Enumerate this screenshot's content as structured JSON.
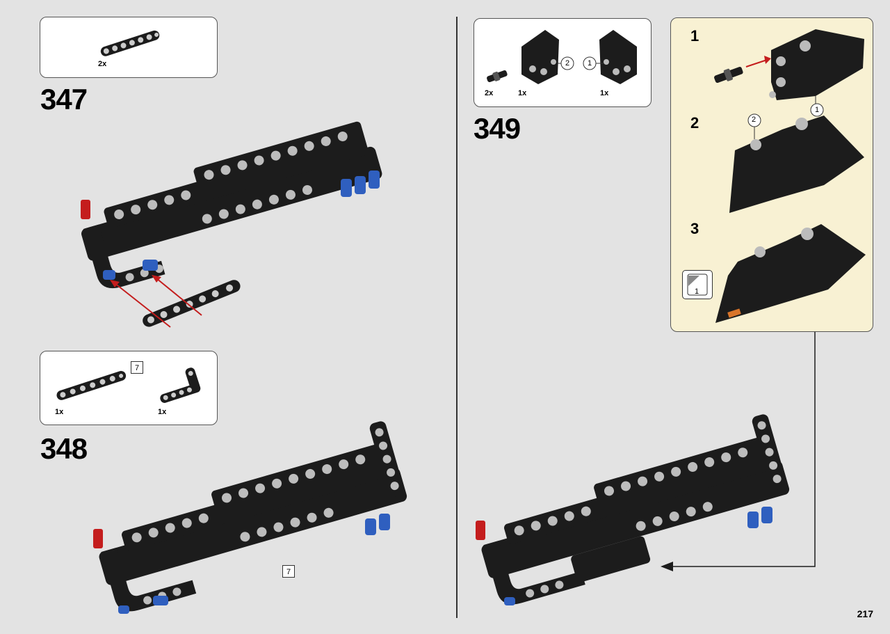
{
  "page": {
    "number": "217"
  },
  "steps": [
    {
      "id": "347",
      "number": "347",
      "parts": [
        {
          "qty": "2x"
        }
      ]
    },
    {
      "id": "348",
      "number": "348",
      "parts": [
        {
          "qty": "1x"
        },
        {
          "qty": "1x"
        }
      ],
      "ref_box": "7",
      "ref_box_model": "7"
    },
    {
      "id": "349",
      "number": "349",
      "parts": [
        {
          "qty": "2x"
        },
        {
          "qty": "1x"
        },
        {
          "qty": "1x"
        }
      ],
      "circle_labels": [
        "2",
        "1"
      ]
    }
  ],
  "callout": {
    "substeps": [
      {
        "number": "1",
        "circle_label": "1"
      },
      {
        "number": "2",
        "circle_label": "2"
      },
      {
        "number": "3",
        "sticker_label": "1"
      }
    ]
  },
  "colors": {
    "background": "#e3e3e3",
    "callout_background": "#f8f1d3",
    "part_black": "#1c1c1c",
    "pin_blue": "#2f5fbf",
    "pin_red": "#c41d1d",
    "arrow_red": "#c41d1d",
    "sticker_orange": "#d9752a"
  },
  "icons": [
    "liftarm-7-icon",
    "liftarm-7-icon",
    "l-beam-icon",
    "connector-pin-icon",
    "panel-left-icon",
    "panel-right-icon",
    "sticker-icon"
  ]
}
